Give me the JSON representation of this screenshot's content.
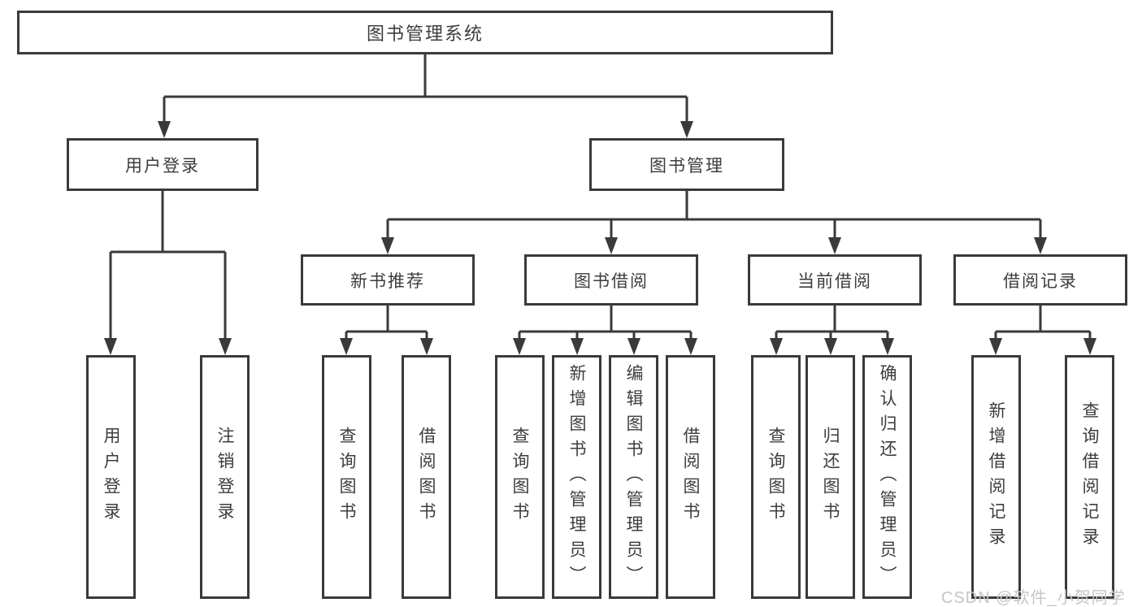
{
  "diagram": {
    "title": "图书管理系统",
    "nodes": {
      "root": {
        "label": "图书管理系统"
      },
      "level2": [
        {
          "label": "用户登录"
        },
        {
          "label": "图书管理"
        }
      ],
      "level3": [
        {
          "label": "新书推荐",
          "parent": "图书管理"
        },
        {
          "label": "图书借阅",
          "parent": "图书管理"
        },
        {
          "label": "当前借阅",
          "parent": "图书管理"
        },
        {
          "label": "借阅记录",
          "parent": "图书管理"
        }
      ],
      "leaves": [
        {
          "label": "用户登录",
          "parent": "用户登录"
        },
        {
          "label": "注销登录",
          "parent": "用户登录"
        },
        {
          "label": "查询图书",
          "parent": "新书推荐"
        },
        {
          "label": "借阅图书",
          "parent": "新书推荐"
        },
        {
          "label": "查询图书",
          "parent": "图书借阅"
        },
        {
          "label": "新增图书（管理员）",
          "parent": "图书借阅"
        },
        {
          "label": "编辑图书（管理员）",
          "parent": "图书借阅"
        },
        {
          "label": "借阅图书",
          "parent": "图书借阅"
        },
        {
          "label": "查询图书",
          "parent": "当前借阅"
        },
        {
          "label": "归还图书",
          "parent": "当前借阅"
        },
        {
          "label": "确认归还（管理员）",
          "parent": "当前借阅"
        },
        {
          "label": "新增借阅记录",
          "parent": "借阅记录"
        },
        {
          "label": "查询借阅记录",
          "parent": "借阅记录"
        }
      ]
    },
    "watermark": "CSDN @软件_小贺同学",
    "colors": {
      "line": "#3a3a3a",
      "text": "#3d3d3d",
      "watermark": "#c7c5c5",
      "background": "#ffffff"
    }
  }
}
